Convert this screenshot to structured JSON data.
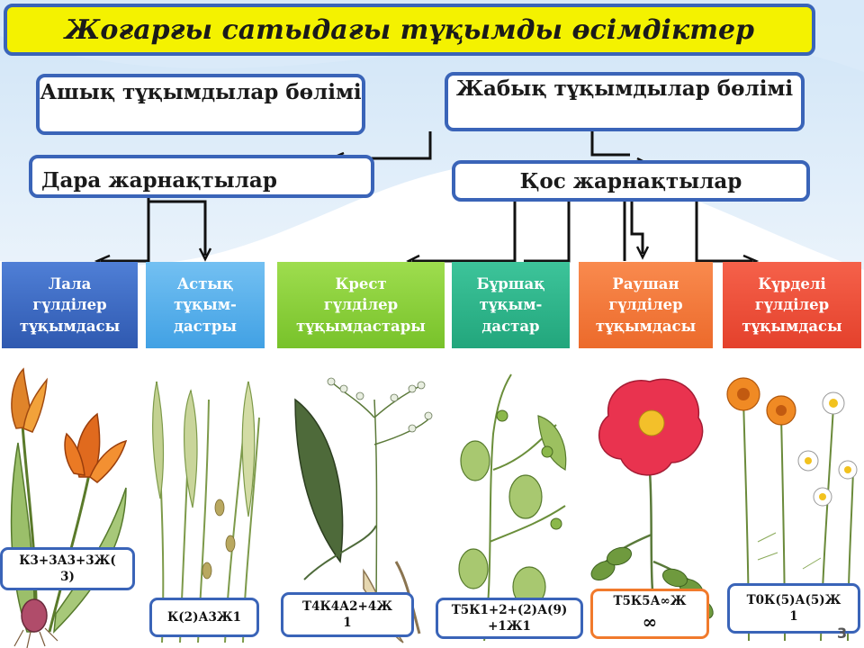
{
  "title": "Жоғарғы  сатыдағы тұқымды   өсімдіктер",
  "divisions": {
    "open": "Ашық тұқымдылар бөлімі",
    "closed": "Жабық тұқымдылар бөлімі"
  },
  "classes": {
    "mono": "Дара жарнақтылар",
    "di": "Қос жарнақтылар"
  },
  "families": [
    {
      "line1": "Лала",
      "line2": "гүлділер",
      "line3": "тұқымдасы"
    },
    {
      "line1": "Астық",
      "line2": "тұқым-",
      "line3": "дастры"
    },
    {
      "line1": "Крест",
      "line2": "гүлділер",
      "line3": "тұқымдастары"
    },
    {
      "line1": "Бұршақ",
      "line2": "тұқым-",
      "line3": "дастар"
    },
    {
      "line1": "Раушан",
      "line2": "гүлділер",
      "line3": "тұқымдасы"
    },
    {
      "line1": "Күрделі",
      "line2": "гүлділер",
      "line3": "тұқымдасы"
    }
  ],
  "formulas": [
    {
      "line1": "К3+3А3+3Ж(",
      "line2": "3)"
    },
    {
      "line1": "К(2)А3Ж1",
      "line2": ""
    },
    {
      "line1": "Т4К4А2+4Ж",
      "line2": "1"
    },
    {
      "line1": "Т5К1+2+(2)А(9)",
      "line2": "+1Ж1"
    },
    {
      "line1": "Т5К5А∞Ж",
      "line2": "∞"
    },
    {
      "line1": "Т0К(5)А(5)Ж",
      "line2": "1"
    }
  ],
  "page_number": "3",
  "colors": {
    "title_fill": "#f4f200",
    "box_border": "#3a64b8",
    "family_1": "#3d6cc7",
    "family_2": "#55b0ec",
    "family_3": "#8bd03b",
    "family_4": "#2eb58b",
    "family_5": "#f47a3a",
    "family_6": "#ec513a"
  }
}
